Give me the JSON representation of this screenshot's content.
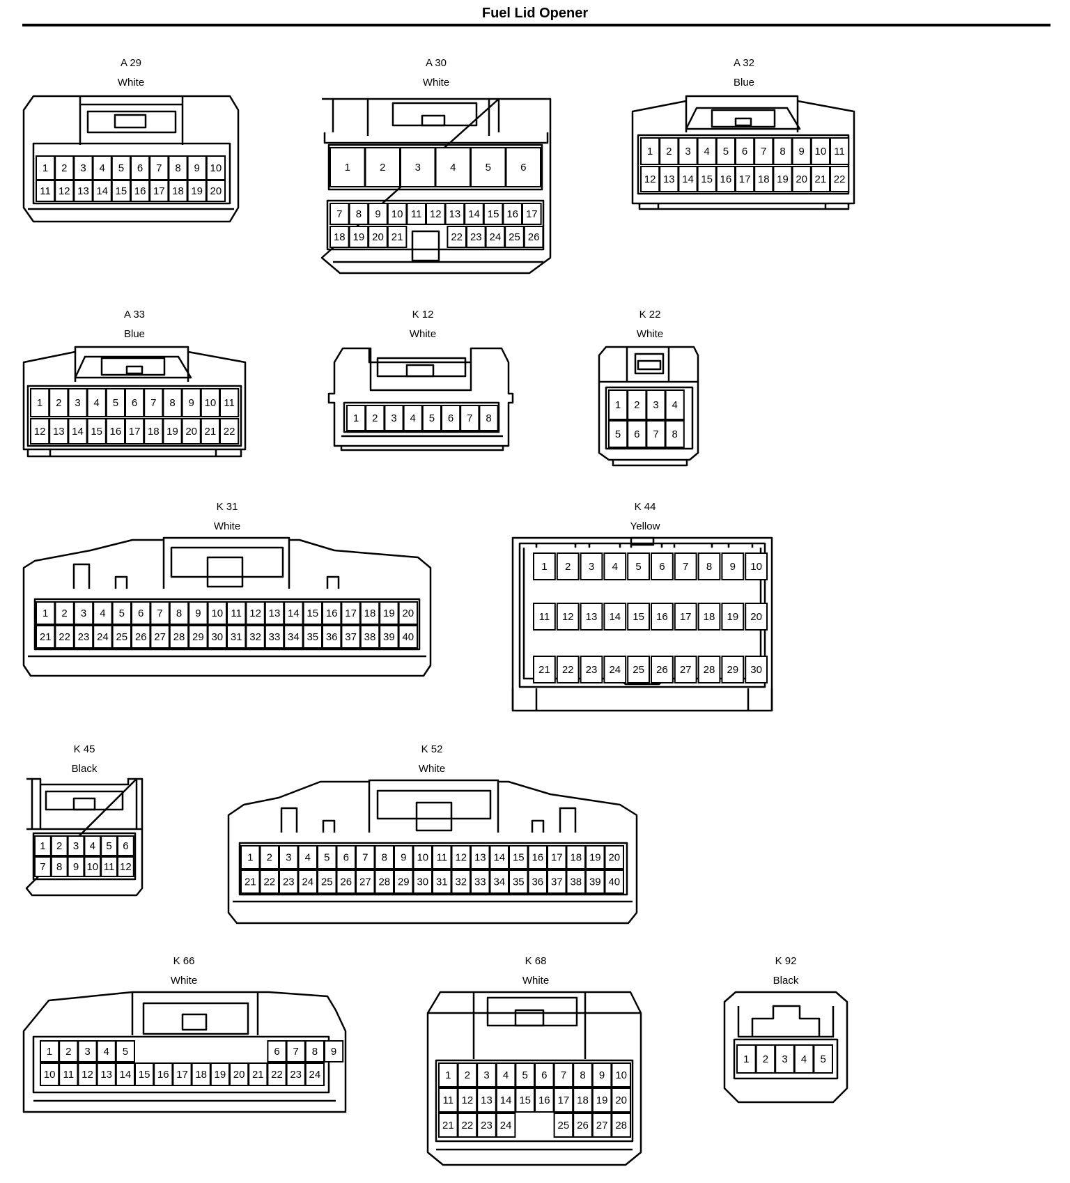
{
  "title": "Fuel Lid Opener",
  "connectors": [
    {
      "id": "A 29",
      "color": "White",
      "rows": [
        [
          "1",
          "2",
          "3",
          "4",
          "5",
          "6",
          "7",
          "8",
          "9",
          "10"
        ],
        [
          "11",
          "12",
          "13",
          "14",
          "15",
          "16",
          "17",
          "18",
          "19",
          "20"
        ]
      ]
    },
    {
      "id": "A 30",
      "color": "White",
      "rows": [
        [
          "1",
          "2",
          "3",
          "4",
          "5",
          "6"
        ],
        [
          "7",
          "8",
          "9",
          "10",
          "11",
          "12",
          "13",
          "14",
          "15",
          "16",
          "17"
        ],
        [
          "18",
          "19",
          "20",
          "21",
          "",
          "22",
          "23",
          "24",
          "25",
          "26"
        ]
      ]
    },
    {
      "id": "A 32",
      "color": "Blue",
      "rows": [
        [
          "1",
          "2",
          "3",
          "4",
          "5",
          "6",
          "7",
          "8",
          "9",
          "10",
          "11"
        ],
        [
          "12",
          "13",
          "14",
          "15",
          "16",
          "17",
          "18",
          "19",
          "20",
          "21",
          "22"
        ]
      ]
    },
    {
      "id": "A 33",
      "color": "Blue",
      "rows": [
        [
          "1",
          "2",
          "3",
          "4",
          "5",
          "6",
          "7",
          "8",
          "9",
          "10",
          "11"
        ],
        [
          "12",
          "13",
          "14",
          "15",
          "16",
          "17",
          "18",
          "19",
          "20",
          "21",
          "22"
        ]
      ]
    },
    {
      "id": "K 12",
      "color": "White",
      "rows": [
        [
          "1",
          "2",
          "3",
          "4",
          "5",
          "6",
          "7",
          "8"
        ]
      ]
    },
    {
      "id": "K 22",
      "color": "White",
      "rows": [
        [
          "1",
          "2",
          "3",
          "4"
        ],
        [
          "5",
          "6",
          "7",
          "8"
        ]
      ]
    },
    {
      "id": "K 31",
      "color": "White",
      "rows": [
        [
          "1",
          "2",
          "3",
          "4",
          "5",
          "6",
          "7",
          "8",
          "9",
          "10",
          "11",
          "12",
          "13",
          "14",
          "15",
          "16",
          "17",
          "18",
          "19",
          "20"
        ],
        [
          "21",
          "22",
          "23",
          "24",
          "25",
          "26",
          "27",
          "28",
          "29",
          "30",
          "31",
          "32",
          "33",
          "34",
          "35",
          "36",
          "37",
          "38",
          "39",
          "40"
        ]
      ]
    },
    {
      "id": "K 44",
      "color": "Yellow",
      "rows": [
        [
          "1",
          "2",
          "3",
          "4",
          "5",
          "6",
          "7",
          "8",
          "9",
          "10"
        ],
        [
          "11",
          "12",
          "13",
          "14",
          "15",
          "16",
          "17",
          "18",
          "19",
          "20"
        ],
        [
          "21",
          "22",
          "23",
          "24",
          "25",
          "26",
          "27",
          "28",
          "29",
          "30"
        ]
      ]
    },
    {
      "id": "K 45",
      "color": "Black",
      "rows": [
        [
          "1",
          "2",
          "3",
          "4",
          "5",
          "6"
        ],
        [
          "7",
          "8",
          "9",
          "10",
          "11",
          "12"
        ]
      ]
    },
    {
      "id": "K 52",
      "color": "White",
      "rows": [
        [
          "1",
          "2",
          "3",
          "4",
          "5",
          "6",
          "7",
          "8",
          "9",
          "10",
          "11",
          "12",
          "13",
          "14",
          "15",
          "16",
          "17",
          "18",
          "19",
          "20"
        ],
        [
          "21",
          "22",
          "23",
          "24",
          "25",
          "26",
          "27",
          "28",
          "29",
          "30",
          "31",
          "32",
          "33",
          "34",
          "35",
          "36",
          "37",
          "38",
          "39",
          "40"
        ]
      ]
    },
    {
      "id": "K 66",
      "color": "White",
      "rows": [
        [
          "1",
          "2",
          "3",
          "4",
          "5",
          "",
          "",
          "",
          "",
          "",
          "",
          "",
          "6",
          "7",
          "8",
          "9"
        ],
        [
          "10",
          "11",
          "12",
          "13",
          "14",
          "15",
          "16",
          "17",
          "18",
          "19",
          "20",
          "21",
          "22",
          "23",
          "24"
        ]
      ]
    },
    {
      "id": "K 68",
      "color": "White",
      "rows": [
        [
          "1",
          "2",
          "3",
          "4",
          "5",
          "6",
          "7",
          "8",
          "9",
          "10"
        ],
        [
          "11",
          "12",
          "13",
          "14",
          "15",
          "16",
          "17",
          "18",
          "19",
          "20"
        ],
        [
          "21",
          "22",
          "23",
          "24",
          "",
          "",
          "25",
          "26",
          "27",
          "28"
        ]
      ]
    },
    {
      "id": "K 92",
      "color": "Black",
      "rows": [
        [
          "1",
          "2",
          "3",
          "4",
          "5"
        ]
      ]
    }
  ]
}
